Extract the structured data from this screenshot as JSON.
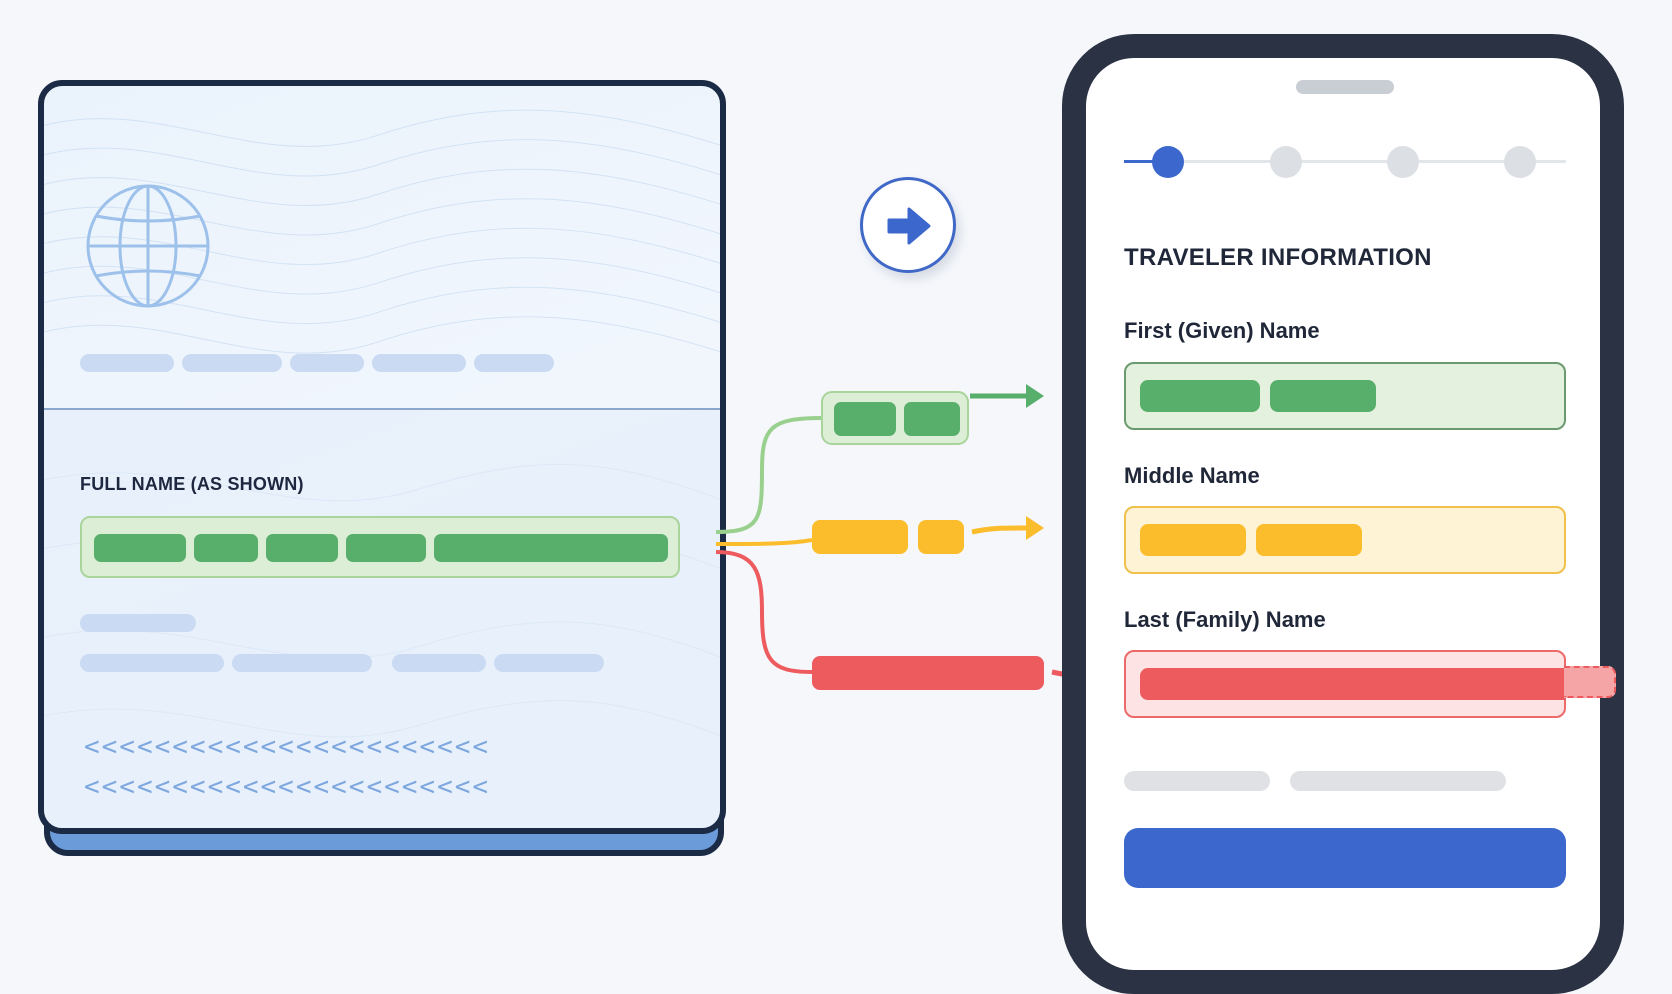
{
  "passport": {
    "field_label": "FULL NAME (AS SHOWN)",
    "mrz_line_1": "<<<<<<<<<<<<<<<<<<<<<<<",
    "mrz_line_2": "<<<<<<<<<<<<<<<<<<<<<<<"
  },
  "form": {
    "title": "TRAVELER INFORMATION",
    "steps": [
      {
        "state": "active"
      },
      {
        "state": "inactive"
      },
      {
        "state": "inactive"
      },
      {
        "state": "inactive"
      }
    ],
    "fields": [
      {
        "label": "First (Given) Name",
        "status": "match",
        "color": "#58ae6b"
      },
      {
        "label": "Middle Name",
        "status": "partial",
        "color": "#fbbd2b"
      },
      {
        "label": "Last (Family) Name",
        "status": "overflow",
        "color": "#ee5b5e"
      }
    ]
  },
  "colors": {
    "accent": "#3c68cd",
    "match": "#58ae6b",
    "partial": "#fbbd2b",
    "error": "#ee5b5e",
    "frame": "#1c2b45"
  },
  "icons": {
    "globe": "globe-icon",
    "direction": "arrow-right-icon"
  }
}
